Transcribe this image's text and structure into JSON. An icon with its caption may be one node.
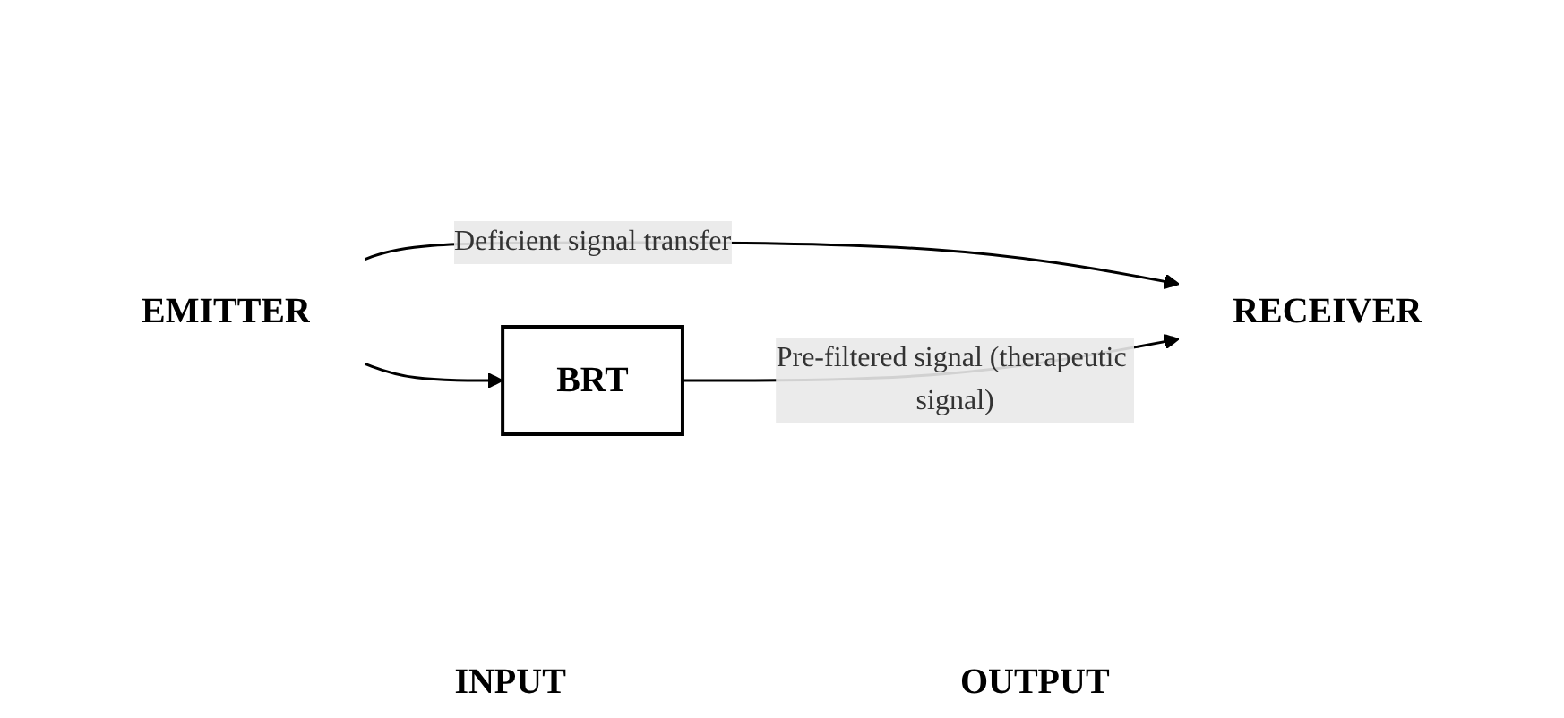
{
  "diagram": {
    "nodes": [
      {
        "text": [
          "EMITTER"
        ]
      },
      {
        "text": [
          "RECEIVER"
        ]
      },
      {
        "text": [
          "BRT"
        ]
      }
    ],
    "edges": [
      {
        "from": 0,
        "to": 1,
        "arrow": "to",
        "label": "Deficient signal transfer"
      },
      {
        "from": 0,
        "to": 2,
        "arrow": "to"
      },
      {
        "from": 2,
        "to": 1,
        "arrow": "to",
        "label": "Pre-filtered signal (therapeutic signal)"
      }
    ],
    "labels": [
      "INPUT",
      "OUTPUT"
    ]
  }
}
